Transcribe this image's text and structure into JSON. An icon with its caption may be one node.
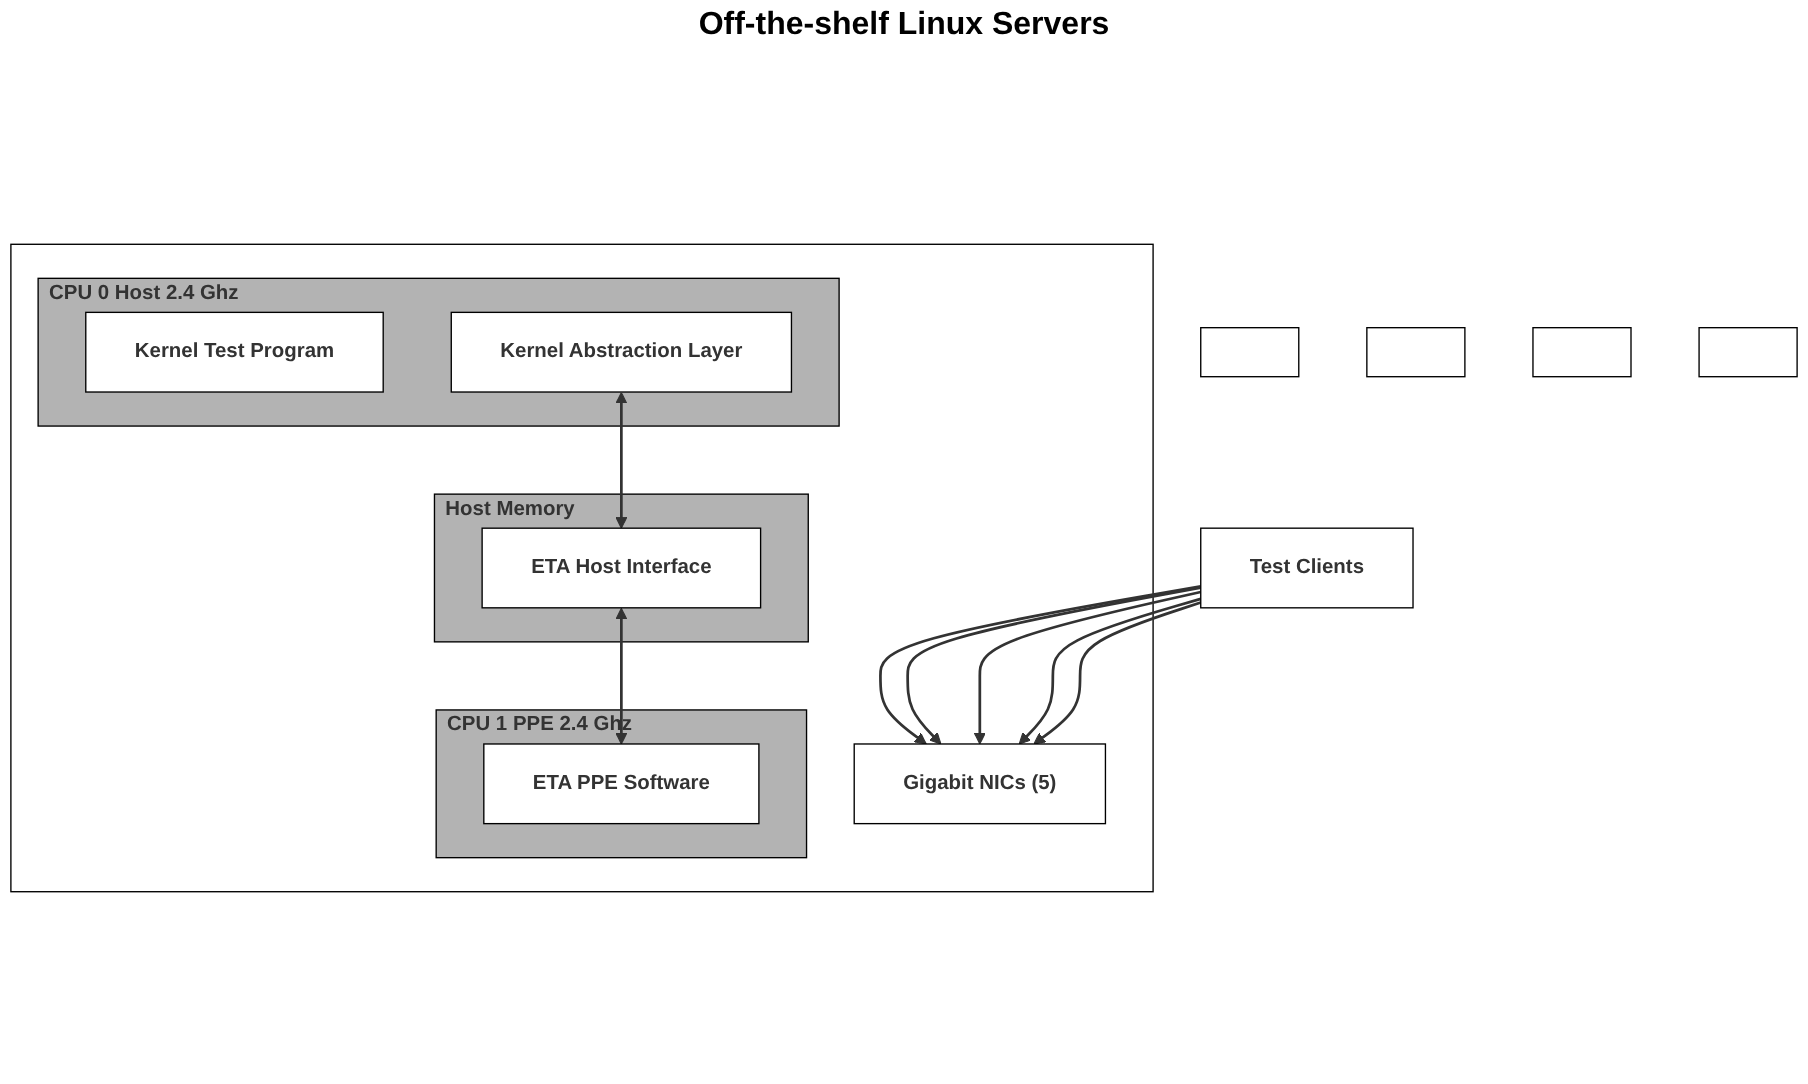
{
  "diagram": {
    "nodes": [
      {
        "text": [],
        "shape": "box"
      },
      {
        "text": [
          "CPU 0 Host 2.4 Ghz"
        ],
        "in": 0
      },
      {
        "text": [
          "Kernel Test Program"
        ],
        "in": 1
      },
      {
        "text": [
          "Kernel Abstraction Layer"
        ],
        "in": 1
      },
      {
        "text": [
          "Host Memory"
        ],
        "in": 0
      },
      {
        "text": [
          "ETA Host Interface"
        ],
        "in": 4
      },
      {
        "text": [
          "CPU 1 PPE 2.4 Ghz"
        ],
        "in": 0
      },
      {
        "text": [
          "ETA PPE Software"
        ],
        "in": 6
      },
      {
        "text": [
          "Gigabit NICs (5)"
        ],
        "in": 0
      },
      {
        "text": [],
        "shape": "box"
      },
      {
        "text": [],
        "shape": "box"
      },
      {
        "text": [],
        "shape": "box"
      },
      {
        "text": [],
        "shape": "box"
      },
      {
        "text": [
          "Test Clients"
        ]
      }
    ],
    "edges": [
      {
        "from": 3,
        "to": 5,
        "arrow": "both"
      },
      {
        "from": 5,
        "to": 7,
        "arrow": "both"
      },
      {
        "from": 13,
        "to": 8,
        "arrow": "to"
      },
      {
        "from": 13,
        "to": 8,
        "arrow": "to"
      },
      {
        "from": 13,
        "to": 8,
        "arrow": "to"
      },
      {
        "from": 13,
        "to": 8,
        "arrow": "to"
      },
      {
        "from": 13,
        "to": 8,
        "arrow": "to"
      }
    ],
    "labels": [
      "Off-the-shelf Linux Servers"
    ]
  }
}
